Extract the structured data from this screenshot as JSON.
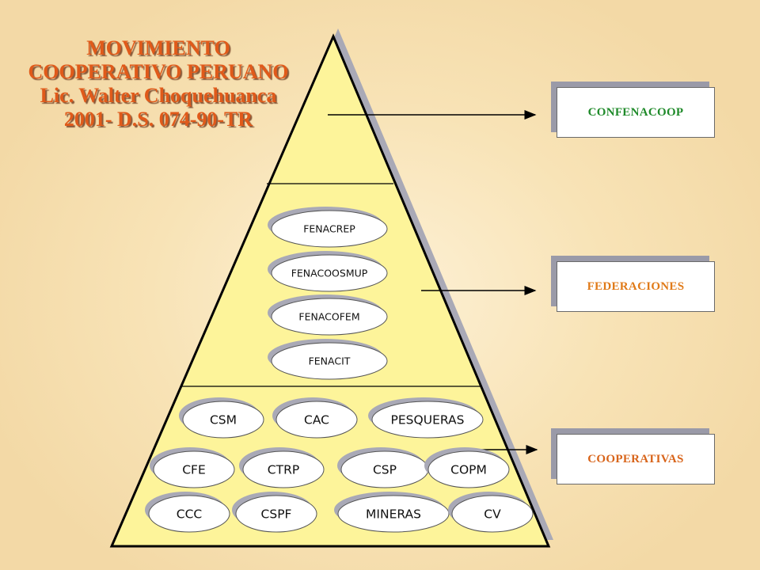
{
  "title": {
    "line1": "MOVIMIENTO",
    "line2": "COOPERATIVO PERUANO",
    "line3": "Lic. Walter Choquehuanca",
    "line4": "2001- D.S. 074-90-TR"
  },
  "boxes": {
    "confederation": "CONFENACOOP",
    "federations": "FEDERACIONES",
    "cooperatives": "COOPERATIVAS"
  },
  "colors": {
    "confederation": "#1f8a2a",
    "federations": "#e07a18",
    "cooperatives": "#d8641a",
    "pyramid_fill": "#fdf49a",
    "title": "#e05a1a"
  },
  "federations": [
    "FENACREP",
    "FENACOOSMUP",
    "FENACOFEM",
    "FENACIT"
  ],
  "cooperatives": [
    "CSM",
    "CAC",
    "PESQUERAS",
    "CFE",
    "CTRP",
    "CSP",
    "COPM",
    "CCC",
    "CSPF",
    "MINERAS",
    "CV"
  ]
}
